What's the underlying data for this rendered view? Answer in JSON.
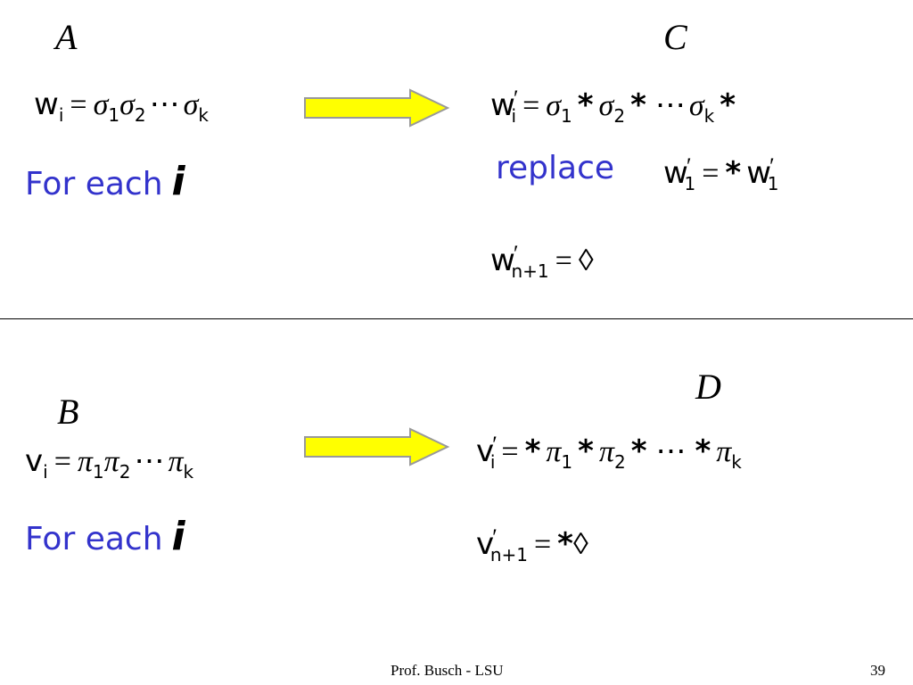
{
  "labels": {
    "a": "A",
    "b": "B",
    "c": "C",
    "d": "D"
  },
  "top_left": {
    "lhs_var": "w",
    "lhs_sub": "i",
    "eq": "=",
    "s": "σ",
    "sub1": "1",
    "sub2": "2",
    "dots": "⋯",
    "subk": "k"
  },
  "top_right": {
    "line1": {
      "var": "w",
      "sub": "i",
      "prime": "′",
      "eq": "=",
      "s": "σ",
      "sub1": "1",
      "star": "*",
      "sub2": "2",
      "dots": "⋯",
      "subk": "k"
    },
    "replace_text": "replace",
    "line2": {
      "var": "w",
      "sub": "1",
      "prime": "′",
      "eq": "=",
      "star": "*"
    },
    "line3": {
      "var": "w",
      "sub": "n+1",
      "prime": "′",
      "eq": "=",
      "diamond": "◊"
    }
  },
  "bottom_left": {
    "lhs_var": "v",
    "lhs_sub": "i",
    "eq": "=",
    "p": "π",
    "sub1": "1",
    "sub2": "2",
    "dots": "⋯",
    "subk": "k"
  },
  "bottom_right": {
    "line1": {
      "var": "v",
      "sub": "i",
      "prime": "′",
      "eq": "=",
      "star": "*",
      "p": "π",
      "sub1": "1",
      "sub2": "2",
      "dots": "⋯",
      "subk": "k"
    },
    "line2": {
      "var": "v",
      "sub": "n+1",
      "prime": "′",
      "eq": "=",
      "star": "*",
      "diamond": "◊"
    }
  },
  "for_each": {
    "text": "For each",
    "i": "i"
  },
  "footer": {
    "author": "Prof. Busch - LSU",
    "page": "39"
  },
  "colors": {
    "accent_blue": "#3333cc",
    "arrow_fill": "#ffff00",
    "arrow_stroke": "#999999"
  }
}
